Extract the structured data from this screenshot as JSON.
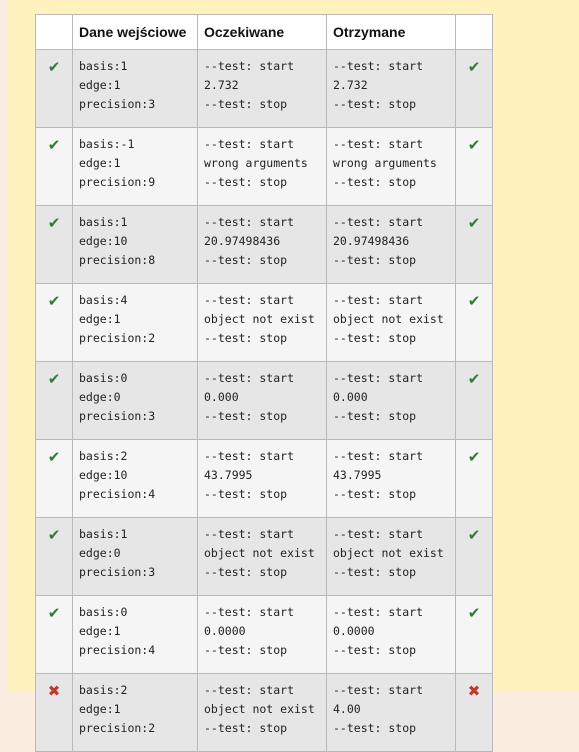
{
  "headers": {
    "status": "",
    "input": "Dane wejściowe",
    "expected": "Oczekiwane",
    "got": "Otrzymane",
    "result": ""
  },
  "icons": {
    "pass": "✔",
    "fail": "✖"
  },
  "colors": {
    "pass": "#2e7d32",
    "fail": "#c0392b"
  },
  "rows": [
    {
      "status": "pass",
      "input": [
        "basis:1",
        "edge:1",
        "precision:3"
      ],
      "expected": [
        "--test: start",
        "2.732",
        "--test: stop"
      ],
      "got": [
        "--test: start",
        "2.732",
        "--test: stop"
      ]
    },
    {
      "status": "pass",
      "input": [
        "basis:-1",
        "edge:1",
        "precision:9"
      ],
      "expected": [
        "--test: start",
        "wrong arguments",
        "--test: stop"
      ],
      "got": [
        "--test: start",
        "wrong arguments",
        "--test: stop"
      ]
    },
    {
      "status": "pass",
      "input": [
        "basis:1",
        "edge:10",
        "precision:8"
      ],
      "expected": [
        "--test: start",
        "20.97498436",
        "--test: stop"
      ],
      "got": [
        "--test: start",
        "20.97498436",
        "--test: stop"
      ]
    },
    {
      "status": "pass",
      "input": [
        "basis:4",
        "edge:1",
        "precision:2"
      ],
      "expected": [
        "--test: start",
        "object not exist",
        "--test: stop"
      ],
      "got": [
        "--test: start",
        "object not exist",
        "--test: stop"
      ]
    },
    {
      "status": "pass",
      "input": [
        "basis:0",
        "edge:0",
        "precision:3"
      ],
      "expected": [
        "--test: start",
        "0.000",
        "--test: stop"
      ],
      "got": [
        "--test: start",
        "0.000",
        "--test: stop"
      ]
    },
    {
      "status": "pass",
      "input": [
        "basis:2",
        "edge:10",
        "precision:4"
      ],
      "expected": [
        "--test: start",
        "43.7995",
        "--test: stop"
      ],
      "got": [
        "--test: start",
        "43.7995",
        "--test: stop"
      ]
    },
    {
      "status": "pass",
      "input": [
        "basis:1",
        "edge:0",
        "precision:3"
      ],
      "expected": [
        "--test: start",
        "object not exist",
        "--test: stop"
      ],
      "got": [
        "--test: start",
        "object not exist",
        "--test: stop"
      ]
    },
    {
      "status": "pass",
      "input": [
        "basis:0",
        "edge:1",
        "precision:4"
      ],
      "expected": [
        "--test: start",
        "0.0000",
        "--test: stop"
      ],
      "got": [
        "--test: start",
        "0.0000",
        "--test: stop"
      ]
    },
    {
      "status": "fail",
      "input": [
        "basis:2",
        "edge:1",
        "precision:2"
      ],
      "expected": [
        "--test: start",
        "object not exist",
        "--test: stop"
      ],
      "got": [
        "--test: start",
        "4.00",
        "--test: stop"
      ]
    }
  ]
}
